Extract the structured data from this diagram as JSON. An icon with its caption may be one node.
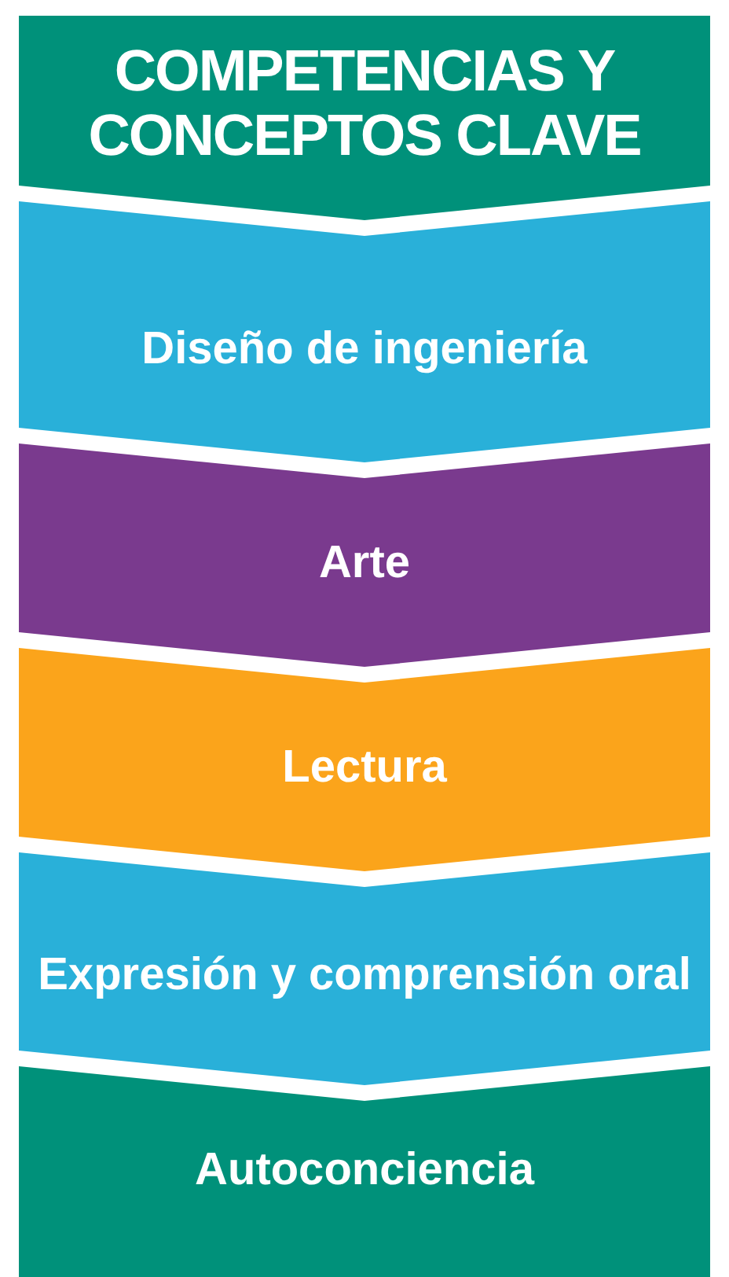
{
  "diagram": {
    "nodes": [
      {
        "text": [
          "COMPETENCIAS Y CONCEPTOS CLAVE"
        ]
      },
      {
        "text": [
          "Diseño de ingeniería"
        ]
      },
      {
        "text": [
          "Arte"
        ]
      },
      {
        "text": [
          "Lectura"
        ]
      },
      {
        "text": [
          "Expresión y comprensión oral"
        ]
      },
      {
        "text": [
          "Autoconciencia"
        ]
      }
    ]
  }
}
